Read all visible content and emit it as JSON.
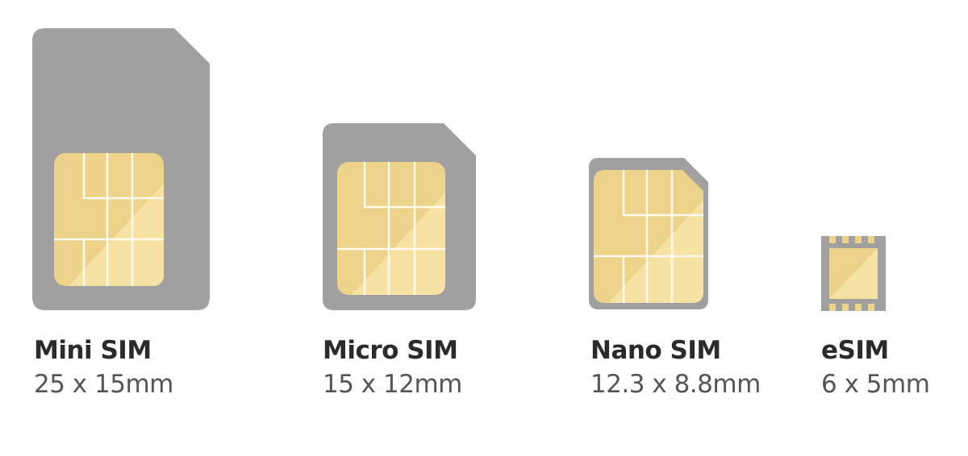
{
  "colors": {
    "card_body": "#a0a0a0",
    "chip_gold": "#ecd389",
    "chip_highlight": "#f6e3a4",
    "chip_lines": "#fffaf0"
  },
  "sims": [
    {
      "name": "Mini SIM",
      "dimensions": "25 x 15mm"
    },
    {
      "name": "Micro SIM",
      "dimensions": "15 x 12mm"
    },
    {
      "name": "Nano SIM",
      "dimensions": "12.3 x 8.8mm"
    },
    {
      "name": "eSIM",
      "dimensions": "6 x 5mm"
    }
  ]
}
